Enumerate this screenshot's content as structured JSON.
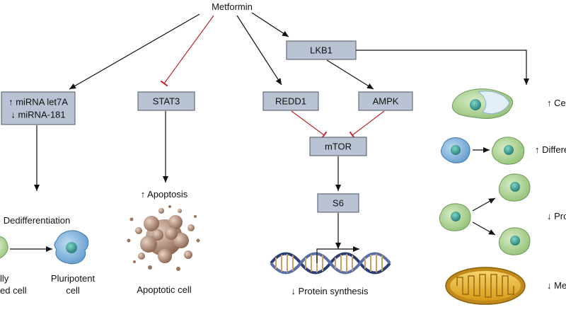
{
  "nodes": {
    "metformin": "Metformin",
    "lkb1": "LKB1",
    "mirna_line1": "↑ miRNA let7A",
    "mirna_line2": "↓ miRNA-181",
    "stat3": "STAT3",
    "redd1": "REDD1",
    "ampk": "AMPK",
    "mtor": "mTOR",
    "s6": "S6"
  },
  "labels": {
    "dedifferentiation": "Dedifferentiation",
    "left_cell_line1": "lly",
    "left_cell_line2": "ed cell",
    "pluripotent_line1": "Pluripotent",
    "pluripotent_line2": "cell",
    "apoptosis": "↑ Apoptosis",
    "apoptotic_cell": "Apoptotic cell",
    "protein_synthesis": "↓ Protein synthesis",
    "right_1": "↑ Ce",
    "right_2": "↑ Differe",
    "right_3": "↓ Pro",
    "right_4": "↓ Me"
  },
  "colors": {
    "box_fill": "#b9c3d3",
    "activation_arrow": "#111111",
    "inhibition_arrow": "#c0262d",
    "green_cell": "#a8cf8e",
    "blue_cell": "#6fa9d8",
    "nucleus": "#2f9b8f",
    "apoptotic_body": "#9a7560",
    "mitochondrion": "#e7b431",
    "dna_strand": "#2b3f72"
  }
}
